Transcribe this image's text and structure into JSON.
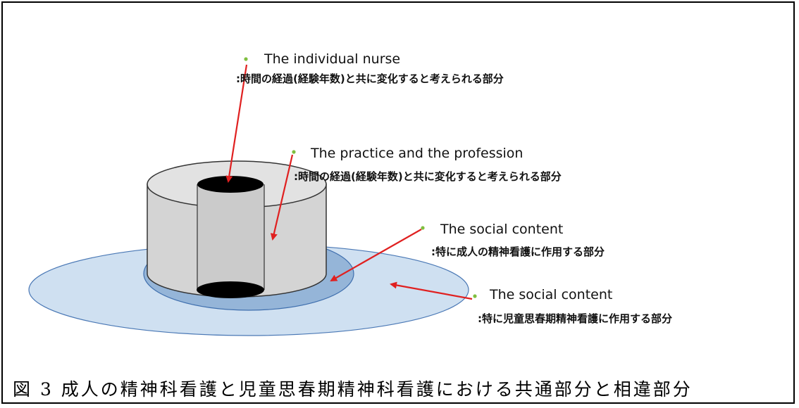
{
  "labels": [
    {
      "title": "The individual nurse",
      "description": ":時間の経過(経験年数)と共に変化すると考えられる部分"
    },
    {
      "title": "The practice and the profession",
      "description": ":時間の経過(経験年数)と共に変化すると考えられる部分"
    },
    {
      "title": "The social content",
      "description": ":特に成人の精神看護に作用する部分"
    },
    {
      "title": "The social content",
      "description": ":特に児童思春期精神看護に作用する部分"
    }
  ],
  "caption": "図 3 成人の精神科看護と児童思春期精神科看護における共通部分と相違部分",
  "colors": {
    "outer_ring": "#cfe0f1",
    "inner_ring": "#95b5d8",
    "cylinder": "#d4d4d4",
    "arrow": "#e02020",
    "bullet": "#7fbf3f"
  }
}
